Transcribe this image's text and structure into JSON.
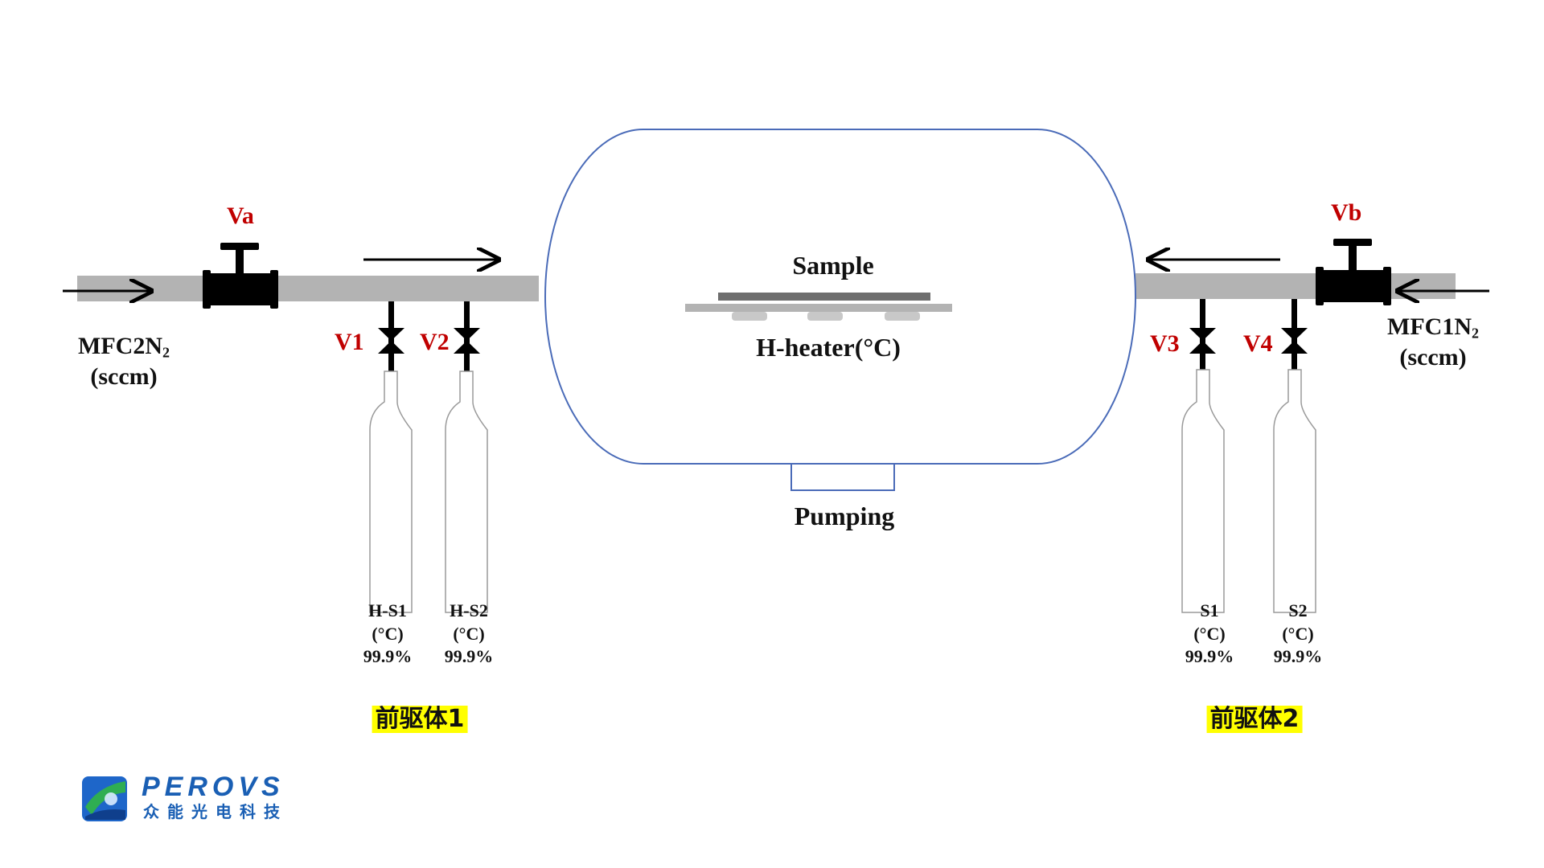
{
  "valves": {
    "va": "Va",
    "vb": "Vb",
    "v1": "V1",
    "v2": "V2",
    "v3": "V3",
    "v4": "V4"
  },
  "inlets": {
    "left_line1": "MFC2N",
    "left_sub": "2",
    "left_line2": "(sccm)",
    "right_line1": "MFC1N",
    "right_sub": "2",
    "right_line2": "(sccm)"
  },
  "chamber": {
    "sample": "Sample",
    "heater": "H-heater(°C)",
    "pumping": "Pumping"
  },
  "sources": [
    {
      "name": "H-S1",
      "unit": "(°C)",
      "purity": "99.9%"
    },
    {
      "name": "H-S2",
      "unit": "(°C)",
      "purity": "99.9%"
    },
    {
      "name": "S1",
      "unit": "(°C)",
      "purity": "99.9%"
    },
    {
      "name": "S2",
      "unit": "(°C)",
      "purity": "99.9%"
    }
  ],
  "precursors": {
    "left": "前驱体1",
    "right": "前驱体2"
  },
  "logo": {
    "brand": "PEROVS",
    "subtitle": "众能光电科技"
  },
  "colors": {
    "pipe": "#b3b3b3",
    "valve": "#000000",
    "valve_label": "#c00000",
    "chamber_outline": "#4a6bb8",
    "highlight": "#ffff00",
    "brand": "#1a5fb4"
  }
}
